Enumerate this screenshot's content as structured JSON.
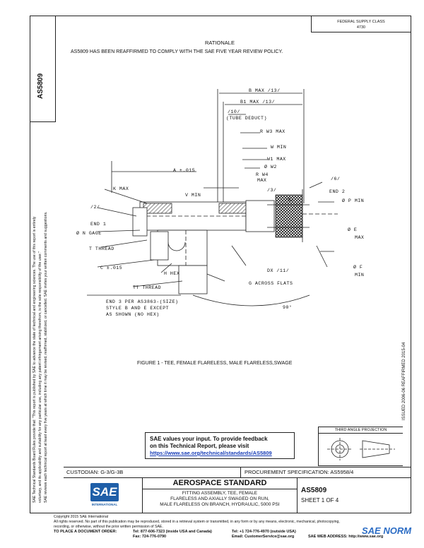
{
  "header": {
    "fed_class_line1": "FEDERAL SUPPLY CLASS",
    "fed_class_line2": "4730",
    "doc_id": "AS5809",
    "rationale_title": "RATIONALE",
    "rationale_text": "AS5809 HAS BEEN REAFFIRMED TO COMPLY WITH THE SAE FIVE YEAR REVIEW POLICY."
  },
  "left_margin": {
    "line1": "SAE Technical Standards Board Rules provide that: \"This report is published by SAE to advance the state of technical and engineering sciences. The use of this report is entirely",
    "line2": "voluntary, and its applicability and suitability for any particular use, including any patent infringement arising therefrom, is the sole responsibility of the user.\"",
    "line3": "SAE reviews each technical report at least every five years at which time it may be revised, reaffirmed, stabilized, or cancelled. SAE invites your written comments and suggestions."
  },
  "right_margin": {
    "dates": "ISSUED 2006-06    REAFFIRMED 2015-04"
  },
  "drawing": {
    "labels": {
      "b_max": "B MAX /13/",
      "b1_max": "B1 MAX /13/",
      "note7": "/10/",
      "tube_deduct": "(TUBE DEDUCT)",
      "r_w3": "R W3 MAX",
      "w_min": "W MIN",
      "w1_max": "W1 MAX",
      "w2": "Ø W2",
      "w4": "R W4",
      "w4_max": "MAX",
      "a_015": "A ±.015",
      "k_max": "K MAX",
      "v_min": "V MIN",
      "note3": "/3/",
      "note5": "/5/",
      "note6": "/6/",
      "end2": "END 2",
      "p_min": "Ø P MIN",
      "note2": "/2/",
      "end1": "END 1",
      "n_gage": "Ø N GAGE",
      "e_dia": "Ø E",
      "e_max": "MAX",
      "t_thread": "T THREAD",
      "c_015": "C ±.015",
      "h_hex": "H HEX",
      "dx": "DX /11/",
      "f_dia": "Ø F",
      "f_min": "MIN",
      "tt_thread": "TT THREAD",
      "g_flats": "G ACROSS FLATS",
      "end3_line1": "END 3 PER AS3863-(SIZE)",
      "end3_line2": "STYLE B AND E EXCEPT",
      "end3_line3": "AS SHOWN (NO HEX)",
      "angle": "90°"
    },
    "figure_caption": "FIGURE 1 - TEE, FEMALE FLARELESS, MALE FLARELESS,SWAGE"
  },
  "feedback": {
    "line1": "SAE values your input. To provide feedback",
    "line2": "on this Technical Report, please visit",
    "url": "https://www.sae.org/technical/standards/AS5809"
  },
  "projection": {
    "label": "THIRD ANGLE PROJECTION"
  },
  "title_block": {
    "custodian": "CUSTODIAN: G-3/G-3B",
    "procurement": "PROCUREMENT SPECIFICATION: AS5958/4",
    "logo_text": "SAE",
    "logo_sub": "INTERNATIONAL",
    "standard_type": "AEROSPACE STANDARD",
    "title_line1": "FITTING ASSEMBLY, TEE, FEMALE",
    "title_line2": "FLARELESS AND AXIALLY SWAGED ON RUN,",
    "title_line3": "MALE FLARELESS ON BRANCH, HYDRAULIC, 5000 PSI",
    "doc_number": "AS5809",
    "sheet": "SHEET 1 OF 4"
  },
  "footer": {
    "copyright": "Copyright 2015 SAE International",
    "rights1": "All rights reserved. No part of this publication may be reproduced, stored in a retrieval system or transmitted, in any form or by any means, electronic, mechanical, photocopying,",
    "rights2": "recording, or otherwise, without the prior written permission of SAE.",
    "order_label": "TO PLACE A DOCUMENT ORDER:",
    "tel": "Tel:  877-606-7323 (inside USA and Canada)",
    "tel2": "Tel:  +1 724-776-4970 (outside USA)",
    "fax": "Fax:  724-776-0790",
    "email": "Email: CustomerService@sae.org",
    "web": "SAE WEB ADDRESS: http://www.sae.org"
  },
  "watermark": {
    "text": "SAE NORM"
  }
}
